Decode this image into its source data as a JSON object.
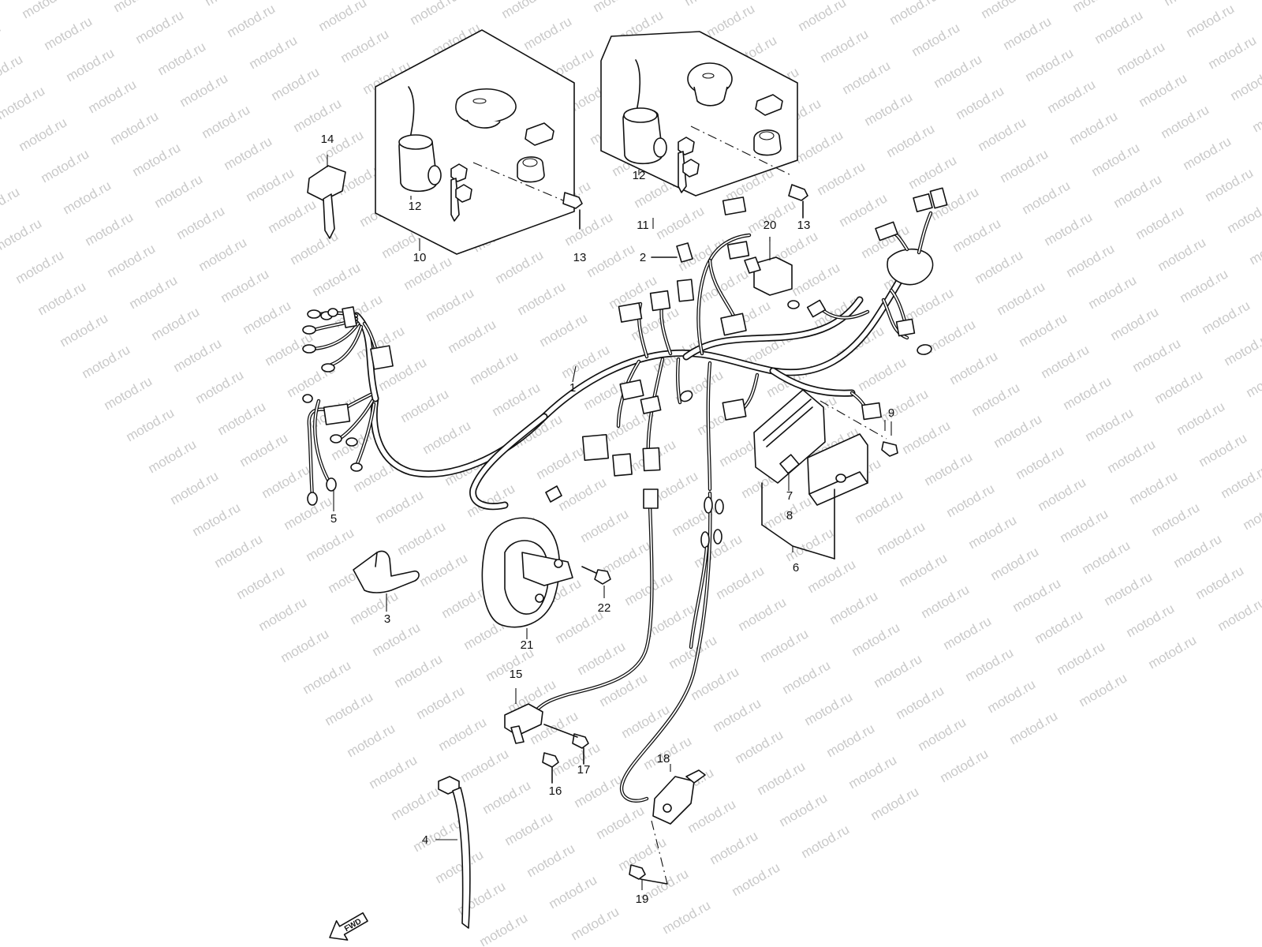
{
  "watermark": {
    "text": "motod.ru"
  },
  "callouts": [
    {
      "id": "1",
      "label": "1"
    },
    {
      "id": "2",
      "label": "2"
    },
    {
      "id": "3",
      "label": "3"
    },
    {
      "id": "4",
      "label": "4"
    },
    {
      "id": "5",
      "label": "5"
    },
    {
      "id": "6",
      "label": "6"
    },
    {
      "id": "7",
      "label": "7"
    },
    {
      "id": "8",
      "label": "8"
    },
    {
      "id": "9",
      "label": "9"
    },
    {
      "id": "10",
      "label": "10"
    },
    {
      "id": "11",
      "label": "11"
    },
    {
      "id": "12a",
      "label": "12"
    },
    {
      "id": "12b",
      "label": "12"
    },
    {
      "id": "13a",
      "label": "13"
    },
    {
      "id": "13b",
      "label": "13"
    },
    {
      "id": "14",
      "label": "14"
    },
    {
      "id": "15",
      "label": "15"
    },
    {
      "id": "16",
      "label": "16"
    },
    {
      "id": "17",
      "label": "17"
    },
    {
      "id": "18",
      "label": "18"
    },
    {
      "id": "19",
      "label": "19"
    },
    {
      "id": "20",
      "label": "20"
    },
    {
      "id": "21",
      "label": "21"
    },
    {
      "id": "22",
      "label": "22"
    }
  ],
  "fwd": {
    "label": "FWD"
  }
}
